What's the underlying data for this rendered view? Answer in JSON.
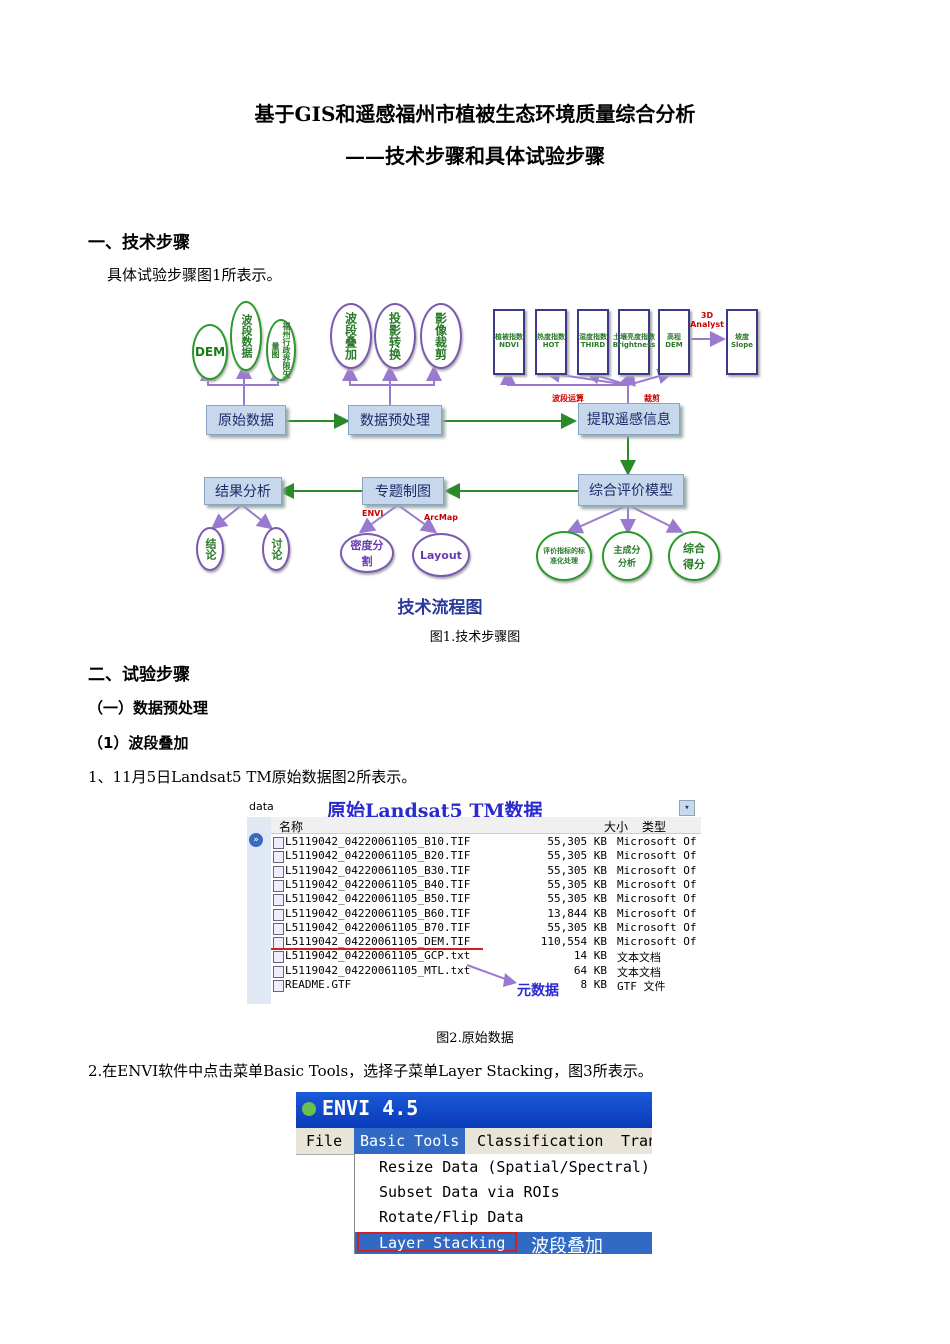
{
  "title_line1": "基于GIS和遥感福州市植被生态环境质量综合分析",
  "title_line2": "——技术步骤和具体试验步骤",
  "section1_heading": "一、技术步骤",
  "section1_text": "具体试验步骤图1所表示。",
  "flowchart": {
    "title": "技术流程图",
    "main_boxes": {
      "raw": "原始数据",
      "preprocess": "数据预处理",
      "extract": "提取遥感信息",
      "evaluate": "综合评价模型",
      "mapping": "专题制图",
      "analysis": "结果分析"
    },
    "raw_ellipses": [
      "DEM",
      "波段数据",
      "福州行政界限矢量图"
    ],
    "pre_ellipses": [
      "波段叠加",
      "投影转换",
      "影像裁剪"
    ],
    "index_boxes": [
      "植被指数NDVI",
      "热度指数HOT",
      "湿度指数THIRD",
      "土壤亮度指数Brightness",
      "高程DEM",
      "坡度Slope"
    ],
    "labels": {
      "band_calc": "波段运算",
      "clip": "裁剪",
      "analyst": "3D Analyst",
      "envi": "ENVI",
      "arcmap": "ArcMap"
    },
    "eval_ellipses": [
      "评价指标的标准化处理",
      "主成分分析",
      "综合得分"
    ],
    "map_ellipses": [
      "密度分割",
      "Layout"
    ],
    "result_ellipses": [
      "结论",
      "讨论"
    ]
  },
  "figure1_caption": "图1.技术步骤图",
  "section2_heading": "二、试验步骤",
  "subsection1": "（一）数据预处理",
  "subsubsection1": "（1）波段叠加",
  "step1": "1、11月5日Landsat5 TM原始数据图2所表示。",
  "file_window": {
    "path": "data",
    "overlay_title": "原始Landsat5 TM数据",
    "col_name": "名称",
    "col_size": "大小",
    "col_type": "类型",
    "annotation": "元数据",
    "files": [
      {
        "name": "L5119042_04220061105_B10.TIF",
        "size": "55,305 KB",
        "type": "Microsoft Of"
      },
      {
        "name": "L5119042_04220061105_B20.TIF",
        "size": "55,305 KB",
        "type": "Microsoft Of"
      },
      {
        "name": "L5119042_04220061105_B30.TIF",
        "size": "55,305 KB",
        "type": "Microsoft Of"
      },
      {
        "name": "L5119042_04220061105_B40.TIF",
        "size": "55,305 KB",
        "type": "Microsoft Of"
      },
      {
        "name": "L5119042_04220061105_B50.TIF",
        "size": "55,305 KB",
        "type": "Microsoft Of"
      },
      {
        "name": "L5119042_04220061105_B60.TIF",
        "size": "13,844 KB",
        "type": "Microsoft Of"
      },
      {
        "name": "L5119042_04220061105_B70.TIF",
        "size": "55,305 KB",
        "type": "Microsoft Of"
      },
      {
        "name": "L5119042_04220061105_DEM.TIF",
        "size": "110,554 KB",
        "type": "Microsoft Of"
      },
      {
        "name": "L5119042_04220061105_GCP.txt",
        "size": "14 KB",
        "type": "文本文档"
      },
      {
        "name": "L5119042_04220061105_MTL.txt",
        "size": "64 KB",
        "type": "文本文档"
      },
      {
        "name": "README.GTF",
        "size": "8 KB",
        "type": "GTF 文件"
      }
    ]
  },
  "figure2_caption": "图2.原始数据",
  "step2": "2.在ENVI软件中点击菜单Basic Tools，选择子菜单Layer Stacking，图3所表示。",
  "envi": {
    "title": "ENVI 4.5",
    "menus": [
      "File",
      "Basic Tools",
      "Classification",
      "Tran"
    ],
    "submenu": [
      "Resize Data (Spatial/Spectral)",
      "Subset Data via ROIs",
      "Rotate/Flip Data",
      "Layer Stacking"
    ],
    "annotation": "波段叠加"
  }
}
